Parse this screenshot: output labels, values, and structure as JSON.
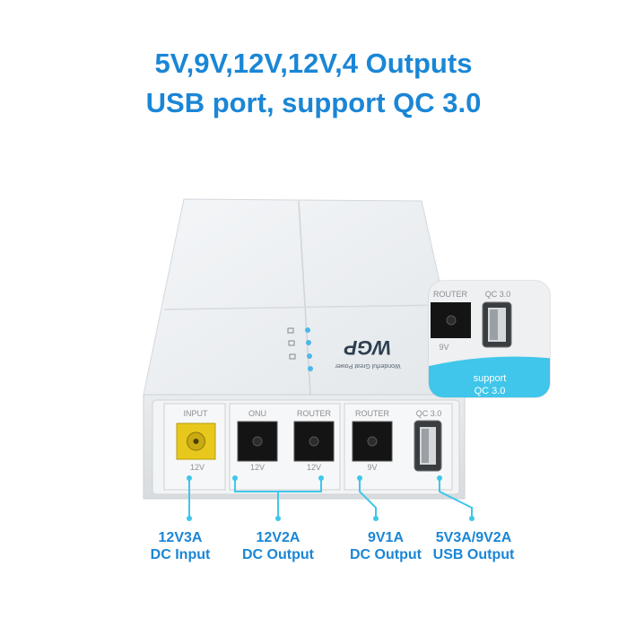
{
  "headline": {
    "line1": "5V,9V,12V,12V,4 Outputs",
    "line2": "USB port, support QC 3.0"
  },
  "device": {
    "brand": "WGP",
    "tagline": "Wonderful Great Power",
    "ports": [
      {
        "top": "INPUT",
        "bottom": "12V"
      },
      {
        "top": "ONU",
        "bottom": "12V"
      },
      {
        "top": "ROUTER",
        "bottom": "12V"
      },
      {
        "top": "ROUTER",
        "bottom": "9V"
      },
      {
        "top": "QC 3.0",
        "bottom": ""
      }
    ]
  },
  "inset": {
    "port_left_top": "ROUTER",
    "port_left_bottom": "9V",
    "port_right_top": "QC 3.0",
    "badge_line1": "support",
    "badge_line2": "QC 3.0"
  },
  "callouts": [
    {
      "line1": "12V3A",
      "line2": "DC Input"
    },
    {
      "line1": "12V2A",
      "line2": "DC Output"
    },
    {
      "line1": "9V1A",
      "line2": "DC Output"
    },
    {
      "line1": "5V3A/9V2A",
      "line2": "USB Output"
    }
  ],
  "colors": {
    "headline": "#1a86d6",
    "callout_line": "#3fc6ea",
    "badge": "#3fc6ea",
    "input_port": "#e8c81c"
  }
}
